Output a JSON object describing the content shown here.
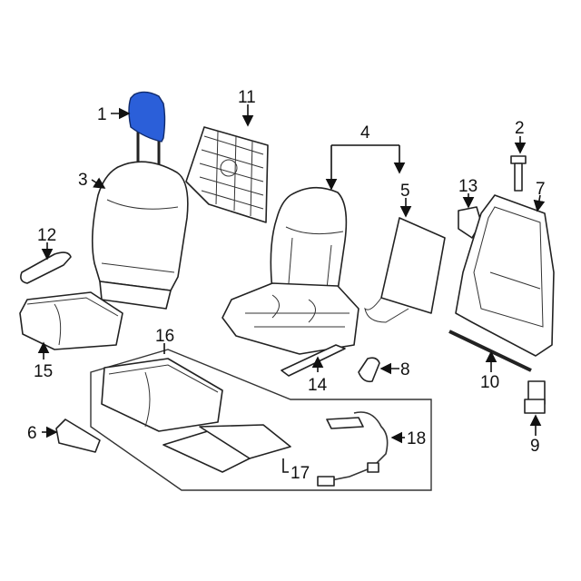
{
  "diagram": {
    "accent_color": "#2b5fd9",
    "callouts": [
      {
        "id": "1",
        "label": "1"
      },
      {
        "id": "2",
        "label": "2"
      },
      {
        "id": "3",
        "label": "3"
      },
      {
        "id": "4",
        "label": "4"
      },
      {
        "id": "5",
        "label": "5"
      },
      {
        "id": "6",
        "label": "6"
      },
      {
        "id": "7",
        "label": "7"
      },
      {
        "id": "8",
        "label": "8"
      },
      {
        "id": "9",
        "label": "9"
      },
      {
        "id": "10",
        "label": "10"
      },
      {
        "id": "11",
        "label": "11"
      },
      {
        "id": "12",
        "label": "12"
      },
      {
        "id": "13",
        "label": "13"
      },
      {
        "id": "14",
        "label": "14"
      },
      {
        "id": "15",
        "label": "15"
      },
      {
        "id": "16",
        "label": "16"
      },
      {
        "id": "17",
        "label": "17"
      },
      {
        "id": "18",
        "label": "18"
      }
    ]
  }
}
